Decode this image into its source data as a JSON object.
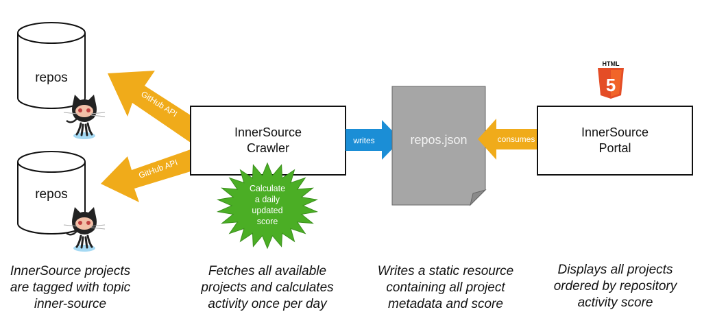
{
  "colors": {
    "api_arrow": "#F0AB1A",
    "writes_arrow": "#1B8ED6",
    "consumes_arrow": "#F0AB1A",
    "starburst": "#4BAE25",
    "json_doc": "#A6A6A6",
    "html5_orange": "#E44D26",
    "html5_light": "#F16529"
  },
  "repos": [
    {
      "label": "repos"
    },
    {
      "label": "repos"
    }
  ],
  "arrows": {
    "api_top": "GitHub API",
    "api_bottom": "GitHub API",
    "writes": "writes",
    "consumes": "consumes"
  },
  "crawler": {
    "line1": "InnerSource",
    "line2": "Crawler"
  },
  "starburst": {
    "lines": [
      "Calculate",
      "a daily",
      "updated",
      "score"
    ]
  },
  "json_file": {
    "label": "repos.json"
  },
  "html5_logo": {
    "label": "HTML",
    "glyph": "5"
  },
  "portal": {
    "line1": "InnerSource",
    "line2": "Portal"
  },
  "captions": [
    {
      "lines": [
        "InnerSource projects",
        "are tagged with topic",
        "inner-source"
      ]
    },
    {
      "lines": [
        "Fetches all available",
        "projects and calculates",
        "activity once per day"
      ]
    },
    {
      "lines": [
        "Writes a static resource",
        "containing all project",
        "metadata and score"
      ]
    },
    {
      "lines": [
        "Displays all projects",
        "ordered by repository",
        "activity score"
      ]
    }
  ]
}
